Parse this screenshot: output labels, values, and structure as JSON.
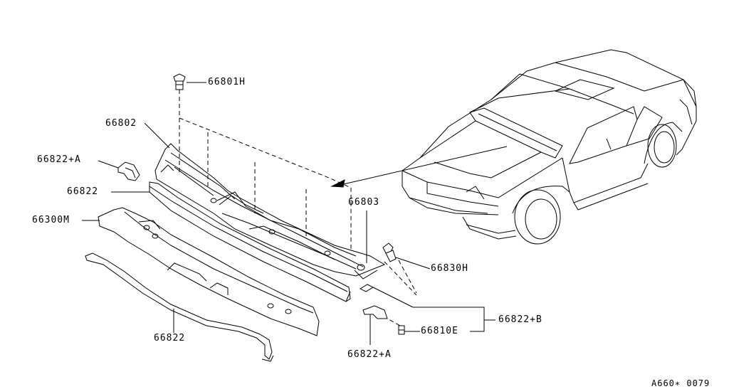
{
  "labels": {
    "clip_66801h": "66801H",
    "cowl_top_66802": "66802",
    "bracket_66822_a_top": "66822+A",
    "seal_66822_upper": "66822",
    "cowl_panel_66300m": "66300M",
    "seal_66822_lower": "66822",
    "cover_66803": "66803",
    "fastener_66830h": "66830H",
    "bracket_66822_b": "66822+B",
    "clip_66810e": "66810E",
    "bracket_66822_a_bottom": "66822+A"
  },
  "reference_code": "A660∗ 0079"
}
